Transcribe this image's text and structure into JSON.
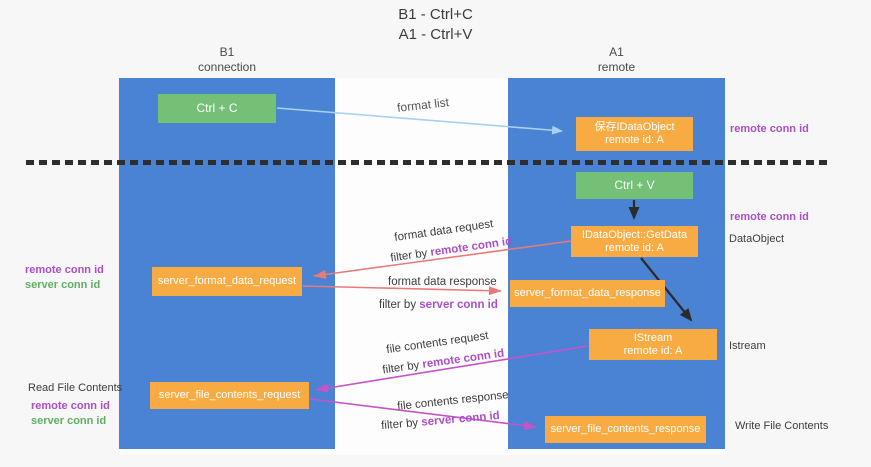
{
  "title": {
    "line1": "B1 - Ctrl+C",
    "line2": "A1 - Ctrl+V"
  },
  "lanes": {
    "left": {
      "name": "B1",
      "role": "connection"
    },
    "right": {
      "name": "A1",
      "role": "remote"
    }
  },
  "nodes": {
    "ctrl_c": {
      "label": "Ctrl + C"
    },
    "save_idataobject": {
      "line1": "保存IDataObject",
      "line2": "remote id: A"
    },
    "ctrl_v": {
      "label": "Ctrl + V"
    },
    "idataobject_getdata": {
      "line1": "IDataObject::GetData",
      "line2": "remote id: A"
    },
    "server_format_data_request": {
      "label": "server_format_data_request"
    },
    "server_format_data_response": {
      "label": "server_format_data_response"
    },
    "istream": {
      "line1": "IStream",
      "line2": "remote id: A"
    },
    "server_file_contents_request": {
      "label": "server_file_contents_request"
    },
    "server_file_contents_response": {
      "label": "server_file_contents_response"
    }
  },
  "edge_labels": {
    "format_list": "format list",
    "format_data_request": "format data request",
    "format_data_response": "format data response",
    "file_contents_request": "file contents request",
    "file_contents_response": "file contents response",
    "filter_by": "filter by",
    "remote_conn_id": "remote conn id",
    "server_conn_id": "server conn id"
  },
  "side_labels": {
    "right_remote_conn_id_top": "remote conn id",
    "right_remote_conn_id_mid": "remote conn id",
    "dataobject": "DataObject",
    "istream": "Istream",
    "write_file_contents": "Write File Contents",
    "left_remote_conn_id_top": "remote conn id",
    "left_server_conn_id_top": "server conn id",
    "read_file_contents": "Read File Contents",
    "left_remote_conn_id_bottom": "remote conn id",
    "left_server_conn_id_bottom": "server conn id"
  },
  "colors": {
    "lane_blue": "#4a82d4",
    "node_orange": "#f8ab43",
    "node_green": "#74c077",
    "accent_purple": "#ab4fc8",
    "accent_green": "#5faf62",
    "arrow_salmon": "#e87a7a",
    "arrow_magenta": "#c653c8",
    "arrow_blue": "#a6d1f0",
    "arrow_black": "#2b2b2b"
  }
}
